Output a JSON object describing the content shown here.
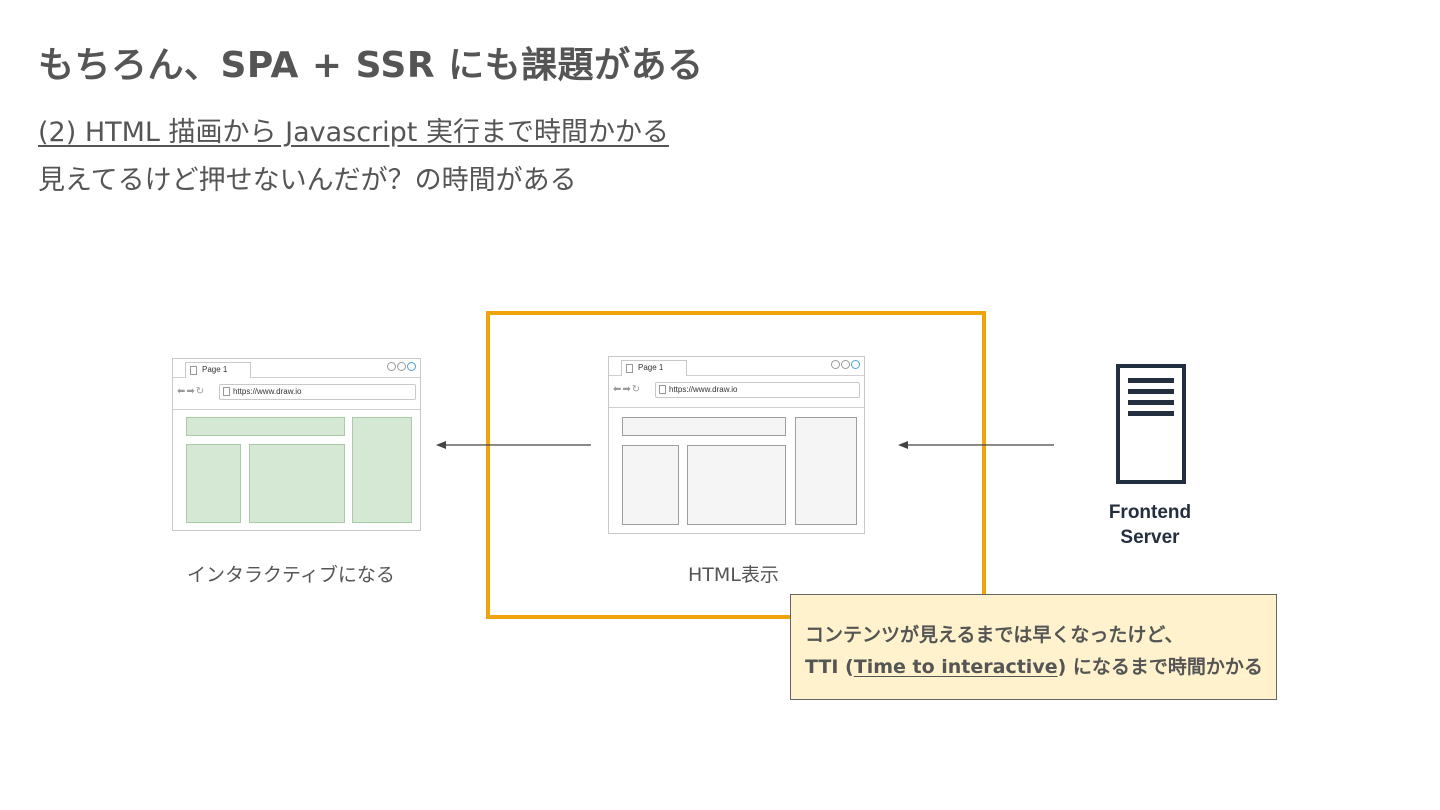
{
  "slide": {
    "title": "もちろん、SPA + SSR にも課題がある",
    "subtitle": "(2) HTML 描画から Javascript 実行まで時間かかる",
    "description": "見えてるけど押せないんだが？の時間がある"
  },
  "diagram": {
    "browser_left": {
      "tab": "Page 1",
      "url": "https://www.draw.io",
      "fill_color": "#d5e8d4"
    },
    "browser_center": {
      "tab": "Page 1",
      "url": "https://www.draw.io",
      "fill_color": "#f5f5f5"
    },
    "label_left": "インタラクティブになる",
    "label_center": "HTML表示",
    "server_label_line1": "Frontend",
    "server_label_line2": "Server",
    "highlight_color": "#f0a30a",
    "note": {
      "line1": "コンテンツが見えるまでは早くなったけど、",
      "line2_prefix": "TTI (",
      "line2_link": "Time to interactive",
      "line2_suffix": ") になるまで時間かかる",
      "background": "#fff2cc"
    }
  }
}
